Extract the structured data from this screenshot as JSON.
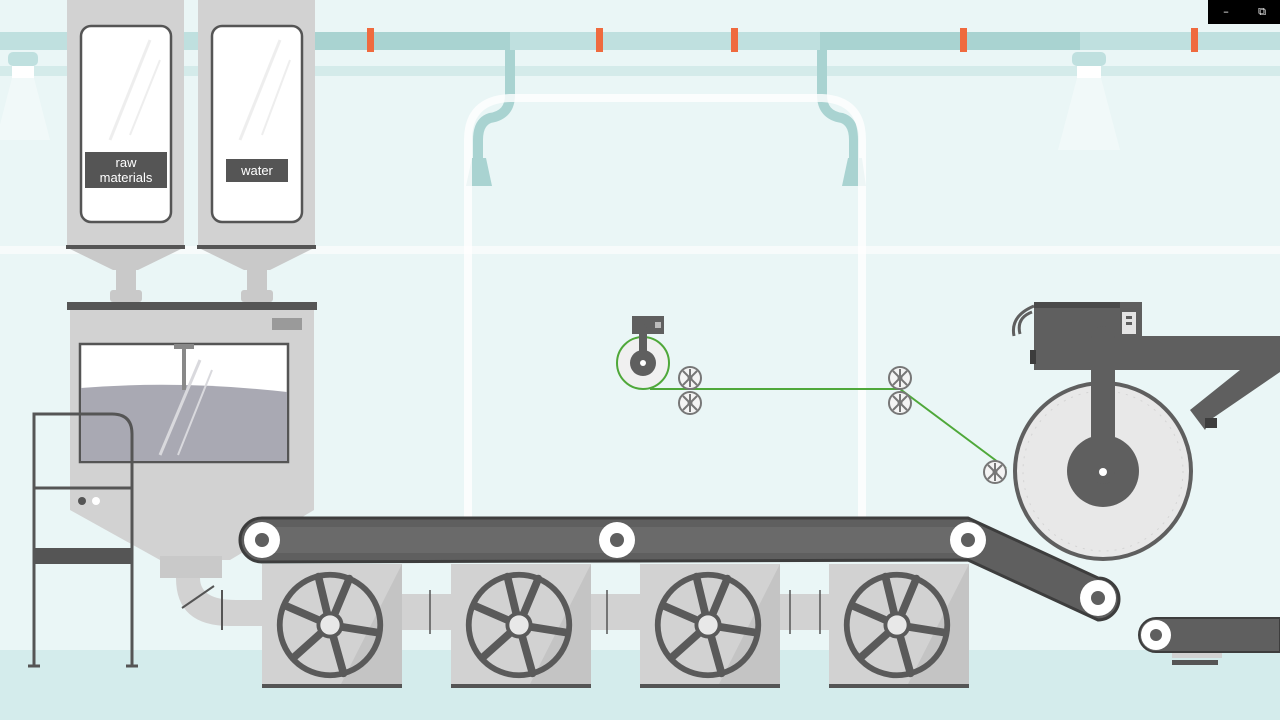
{
  "labels": {
    "raw_materials_line1": "raw",
    "raw_materials_line2": "materials",
    "water": "water"
  },
  "window_controls": {
    "minimize": "–",
    "restore": "⧉"
  },
  "colors": {
    "background": "#eaf6f6",
    "pipe": "#bfe0df",
    "machine_light": "#d2d2d2",
    "machine_dark": "#5f5f5f",
    "accent_orange": "#ef6a3e",
    "fiber_green": "#4fa83a"
  },
  "icons": [
    "fan-icon",
    "roller-icon",
    "tank-icon",
    "silo-icon",
    "light-icon"
  ]
}
